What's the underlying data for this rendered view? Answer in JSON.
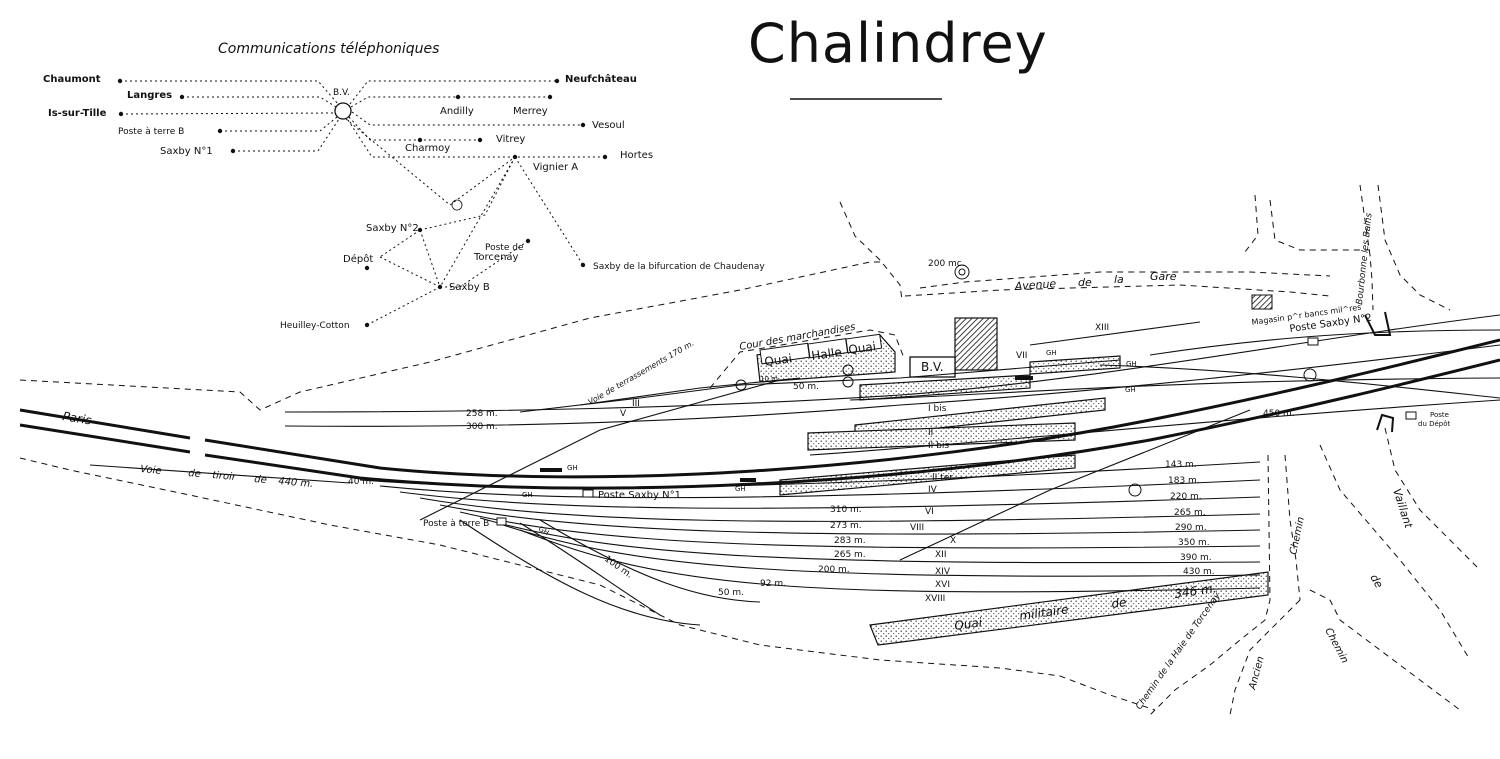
{
  "title": "Chalindrey",
  "phone": {
    "heading": "Communications téléphoniques",
    "hub": "B.V.",
    "left": [
      "Chaumont",
      "Langres",
      "Is-sur-Tille",
      "Poste à terre B",
      "Saxby N°1"
    ],
    "right": [
      "Neufchâteau",
      "Andilly",
      "Merrey",
      "Vesoul",
      "Vitrey",
      "Charmoy",
      "Hortes",
      "Vignier A"
    ],
    "lower": [
      "Saxby N°2",
      "Dépôt",
      "Poste de",
      "Torcenay",
      "Saxby de la bifurcation de Chaudenay",
      "Saxby B",
      "Heuilley-Cotton"
    ]
  },
  "places": {
    "paris": "Paris",
    "avenue": [
      "Avenue",
      "de",
      "la",
      "Gare"
    ],
    "cour": "Cour des marchandises",
    "voie_terr": "Voie de terrassements 170 m.",
    "voie_tiroir": [
      "Voie",
      "de",
      "tiroir",
      "de",
      "440 m."
    ],
    "bourbonne": "Bourbonne les Bains",
    "magasin": "Magasin p^r bancs mil^res",
    "poste_saxby2": "Poste Saxby N°2",
    "poste_depot": [
      "Poste",
      "du Dépôt"
    ],
    "poste_saxby1": "Poste Saxby N°1",
    "poste_terre_b": "Poste à terre B",
    "quai": "Quai",
    "halle": "Halle",
    "bv": "B.V.",
    "quai_militaire": [
      "Quai",
      "militaire",
      "de",
      "346 m."
    ],
    "chemin": "Chemin",
    "chemin_de": "de",
    "vaillant": "Vaillant",
    "chemin_haie": "Chemin de la Haie de Torcenay",
    "ancien": "Ancien",
    "chemin2": "Chemin",
    "reservoir": "200 mc."
  },
  "track_roman": [
    "III",
    "V",
    "I bis",
    "II",
    "II bis",
    "II ter",
    "IV",
    "VI",
    "VIII",
    "X",
    "XII",
    "XIV",
    "XVI",
    "XVIII",
    "VII",
    "XIII"
  ],
  "lengths_left": [
    "258 m.",
    "300 m.",
    "10 m.",
    "50 m.",
    "40 m.",
    "310 m.",
    "273 m.",
    "283 m.",
    "265 m.",
    "200 m.",
    "92 m.",
    "50 m.",
    "100 m."
  ],
  "lengths_right": [
    "143 m.",
    "183 m.",
    "220 m.",
    "265 m.",
    "290 m.",
    "350 m.",
    "390 m.",
    "430 m.",
    "450 m."
  ],
  "gh": "GH"
}
